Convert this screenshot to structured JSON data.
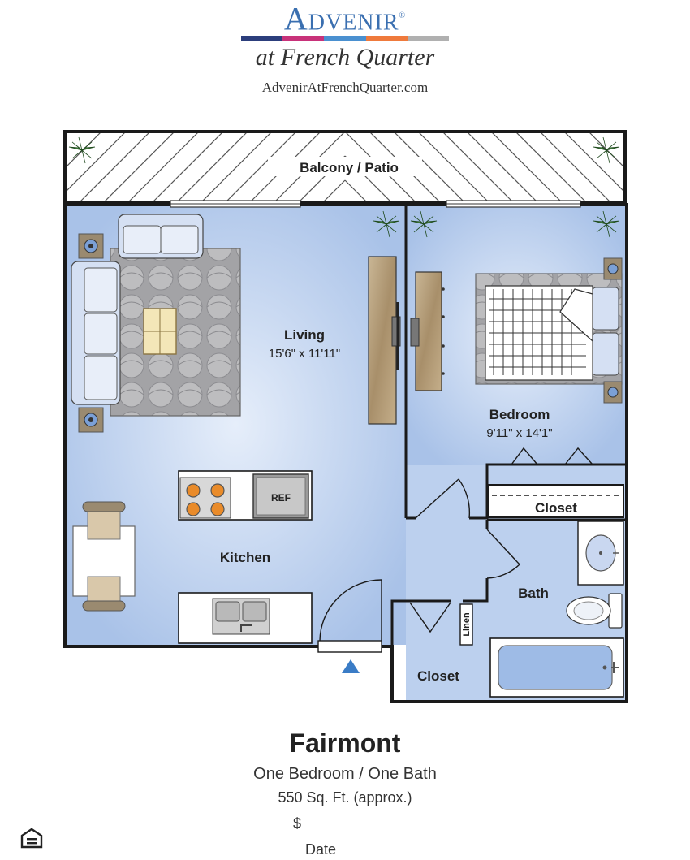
{
  "brand": {
    "name": "Advenir",
    "trademark": "®",
    "subtitle": "at French Quarter",
    "website": "AdvenirAtFrenchQuarter.com",
    "bar_colors": [
      "#2c3e7c",
      "#c8327a",
      "#4a90d0",
      "#ef7a3c",
      "#b0b0b0"
    ]
  },
  "plan": {
    "rooms": {
      "balcony": "Balcony / Patio",
      "living": "Living",
      "living_dims": "15'6\" x 11'11\"",
      "bedroom": "Bedroom",
      "bedroom_dims": "9'11\" x 14'1\"",
      "kitchen": "Kitchen",
      "bath": "Bath",
      "closet_bedroom": "Closet",
      "closet_entry": "Closet",
      "linen": "Linen"
    },
    "appliance_ref": "REF",
    "colors": {
      "floor": "#bfd3ef",
      "wall": "#1a1a1a",
      "wood": "#b9a27f",
      "rug": "#a9a9ab",
      "plant": "#3f7d3a",
      "entry_arrow": "#3a7cc6"
    }
  },
  "footer": {
    "model_name": "Fairmont",
    "model_type": "One Bedroom / One Bath",
    "model_size": "550 Sq. Ft. (approx.)",
    "price_label": "$",
    "date_label": "Date"
  },
  "icons": {
    "equal_housing": "equal-housing-icon"
  }
}
